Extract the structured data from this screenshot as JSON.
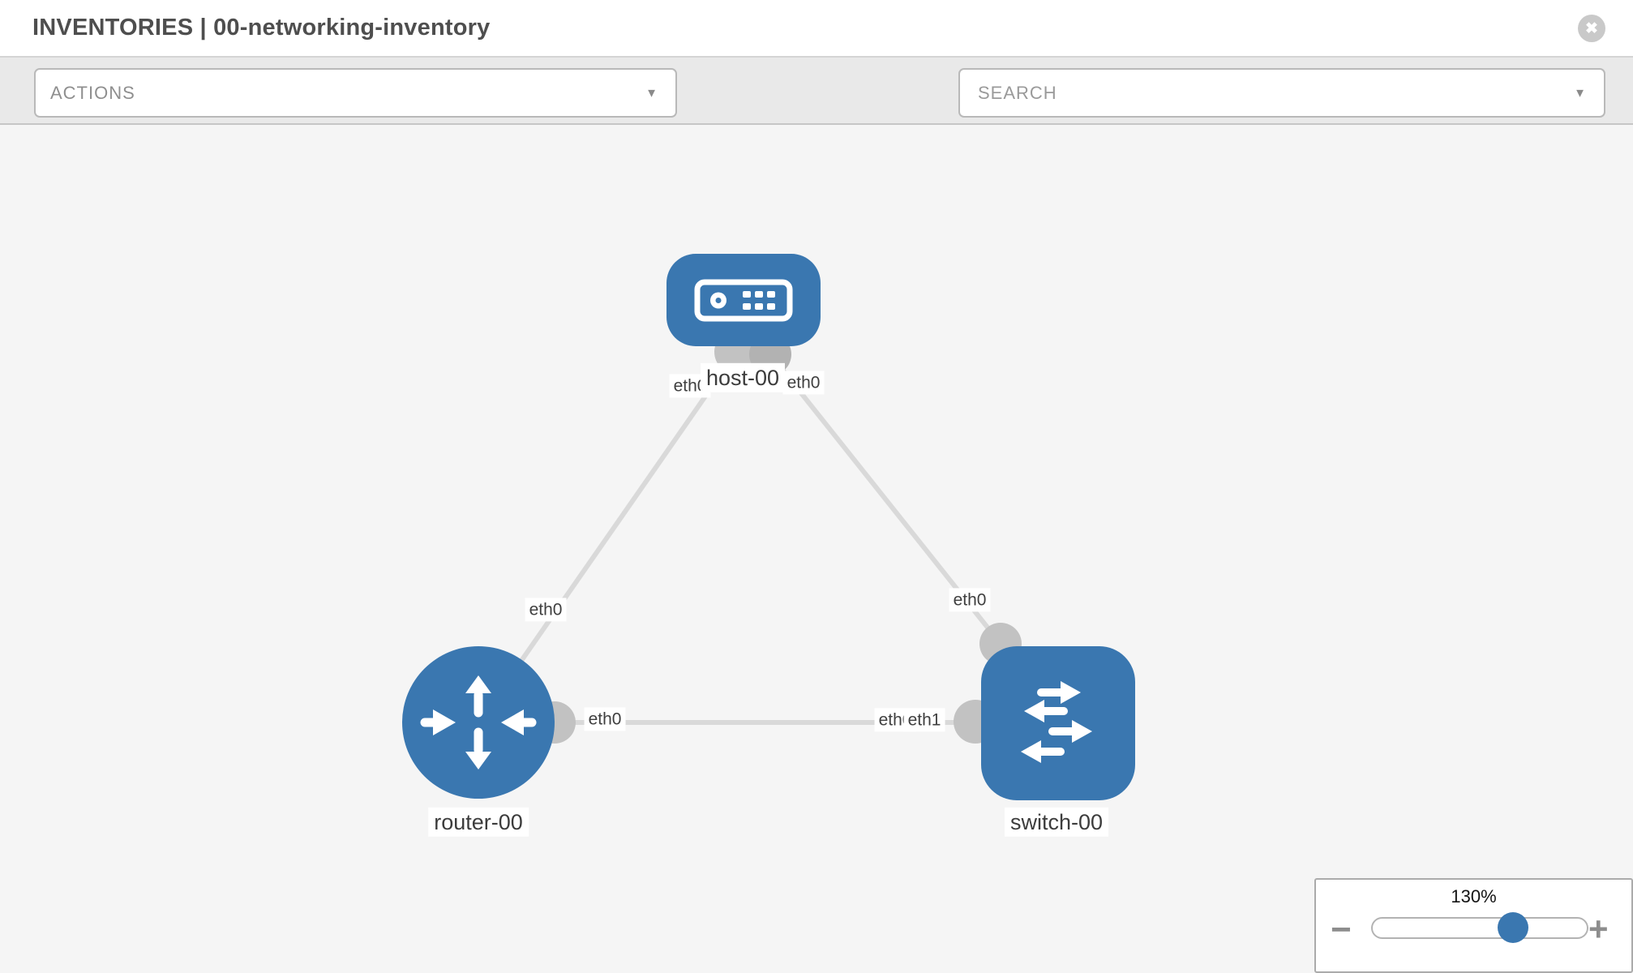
{
  "header": {
    "title": "INVENTORIES | 00-networking-inventory",
    "close_glyph": "✖"
  },
  "toolbar": {
    "actions_label": "ACTIONS",
    "search_placeholder": "SEARCH",
    "caret_glyph": "▼"
  },
  "topology": {
    "nodes": [
      {
        "name": "host-00",
        "type": "host"
      },
      {
        "name": "router-00",
        "type": "router"
      },
      {
        "name": "switch-00",
        "type": "switch"
      }
    ],
    "interfaces": {
      "host_to_router": "eth0",
      "router_to_host": "eth0",
      "host_to_switch": "eth0",
      "switch_to_host": "eth0",
      "router_to_switch": "eth0",
      "switch_to_router_under": "eth0",
      "switch_to_router": "eth1"
    }
  },
  "zoom_control": {
    "level": "130%",
    "minus_glyph": "−",
    "plus_glyph": "+"
  },
  "colors": {
    "node_blue": "#3a77b0",
    "link_gray": "#d9d9d9",
    "port_gray": "#c2c2c2",
    "port_gray_dark": "#b2b2b2",
    "toolbar_bg": "#e9e9e9",
    "canvas_bg": "#f5f5f5"
  }
}
